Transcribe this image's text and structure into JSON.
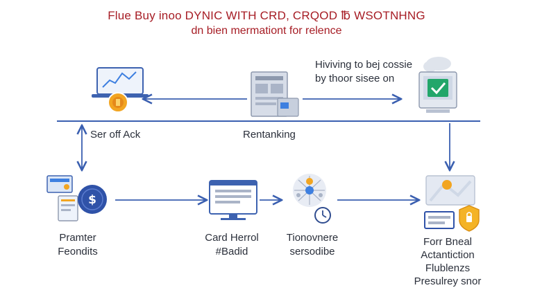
{
  "header": {
    "title": "Flue Buy inoo DYNIC WITH CRD, CRQOD ℔ WSOTNHNG",
    "subtitle": "dn bien mermationt for relence"
  },
  "top_row": {
    "right_note_line1": "Hiviving to bej cossie",
    "right_note_line2": "by thoor sisee on"
  },
  "middle_row": {
    "left_label": "Ser off Ack",
    "center_label": "Rentanking"
  },
  "bottom_row": {
    "node1_line1": "Pramter",
    "node1_line2": "Feondits",
    "node2_line1": "Card Herrol",
    "node2_line2": "#Badid",
    "node3_line1": "Tionovnere",
    "node3_line2": "sersodibe",
    "node4_line1": "Forr Bneal",
    "node4_line2": "Actantiction",
    "node4_line3": "Flublenzs",
    "node4_line4": "Presulrey snor"
  },
  "colors": {
    "title_red": "#a61c24",
    "arrow_blue": "#3a5fb0",
    "icon_blue": "#3d7fe0",
    "coin_orange": "#f2a521",
    "check_green": "#22a66a",
    "shield_gold": "#f4b326"
  },
  "icons": {
    "laptop_chart": "laptop-chart-icon",
    "document_panel": "document-panel-icon",
    "check_monitor": "check-monitor-icon",
    "cards": "cards-icon",
    "dollar_badge": "dollar-badge-icon",
    "monitor_window": "monitor-window-icon",
    "hub_network": "hub-network-icon",
    "clock": "clock-icon",
    "screen_card": "screen-card-icon",
    "shield": "shield-icon"
  }
}
